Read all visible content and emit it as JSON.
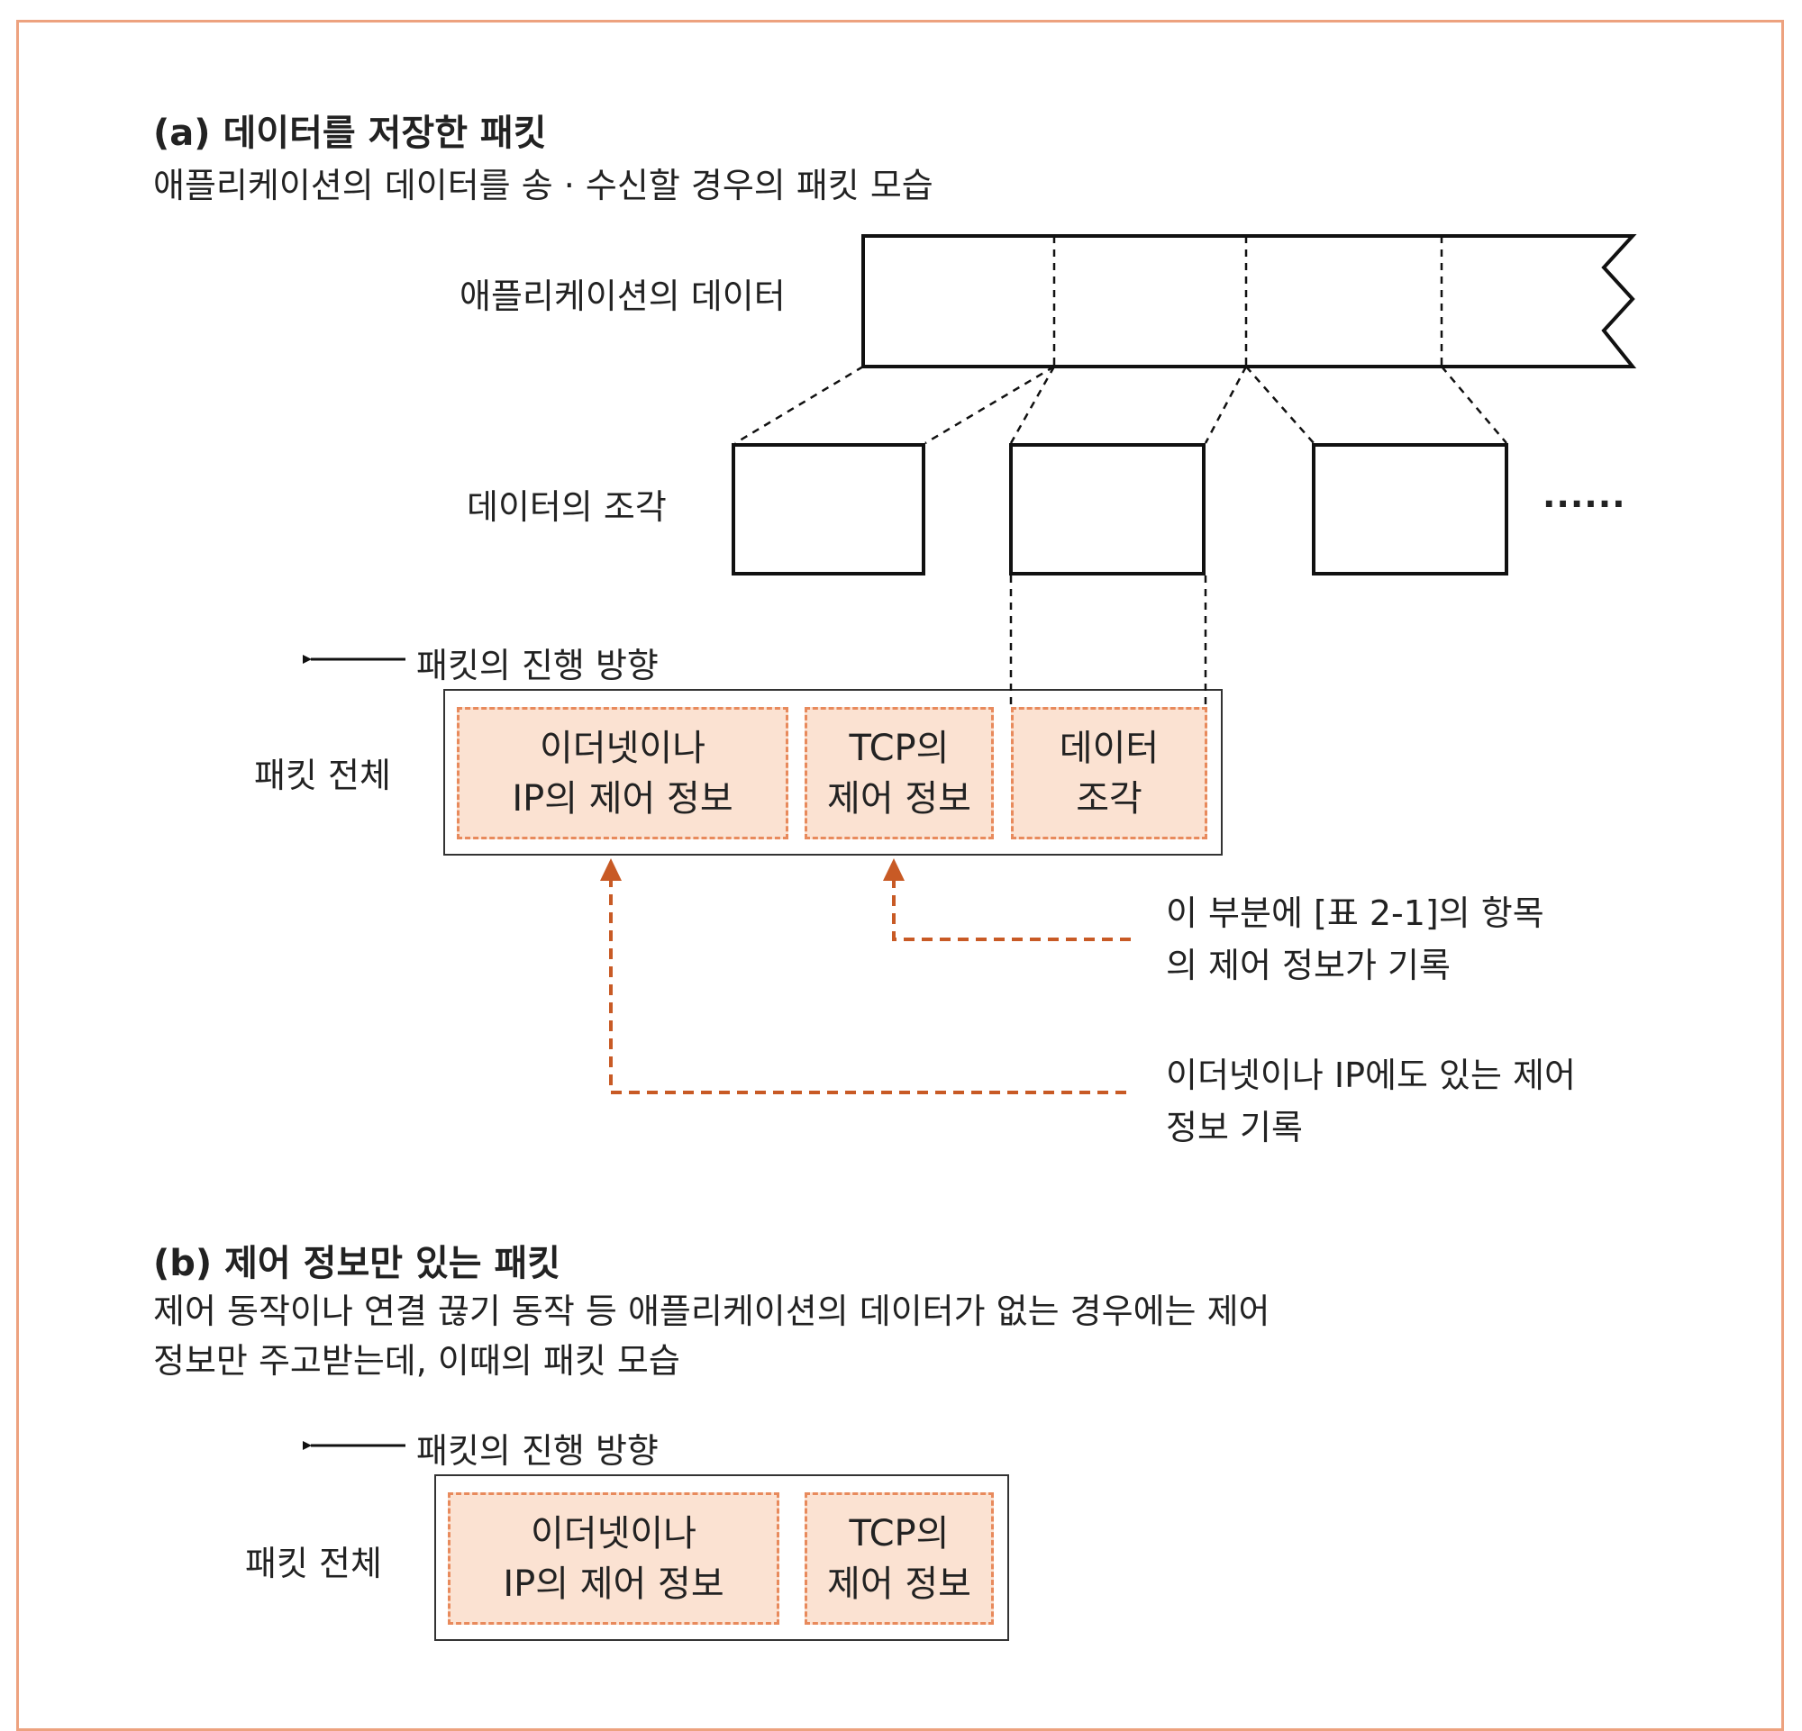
{
  "section_a": {
    "title": "(a) 데이터를 저장한 패킷",
    "desc": "애플리케이션의 데이터를 송 · 수신할 경우의 패킷 모습",
    "app_data_label": "애플리케이션의 데이터",
    "pieces_label": "데이터의 조각",
    "ellipsis": "......",
    "direction_label": "패킷의 진행 방향",
    "packet_label": "패킷 전체",
    "cells": [
      {
        "line1": "이더넷이나",
        "line2": "IP의 제어 정보"
      },
      {
        "line1": "TCP의",
        "line2": "제어 정보"
      },
      {
        "line1": "데이터",
        "line2": "조각"
      }
    ],
    "note1": {
      "line1": "이 부분에 [표 2-1]의 항목",
      "line2": "의 제어 정보가 기록"
    },
    "note2": {
      "line1": "이더넷이나 IP에도 있는 제어",
      "line2": "정보 기록"
    }
  },
  "section_b": {
    "title": "(b) 제어 정보만 있는 패킷",
    "desc_line1": "제어 동작이나 연결 끊기 동작 등 애플리케이션의 데이터가 없는 경우에는 제어",
    "desc_line2": "정보만 주고받는데, 이때의 패킷 모습",
    "direction_label": "패킷의 진행 방향",
    "packet_label": "패킷 전체",
    "cells": [
      {
        "line1": "이더넷이나",
        "line2": "IP의 제어 정보"
      },
      {
        "line1": "TCP의",
        "line2": "제어 정보"
      }
    ]
  },
  "colors": {
    "frame": "#eda27f",
    "cell_fill": "#fbe2d2",
    "cell_border": "#e88a5c",
    "arrow": "#c85a25"
  }
}
